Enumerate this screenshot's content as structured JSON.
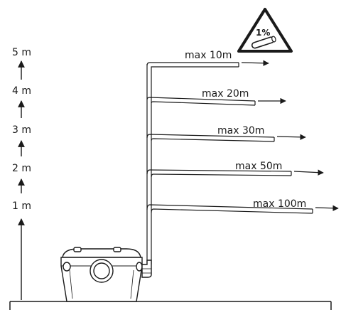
{
  "height_scale": {
    "unit": "m",
    "levels": [
      {
        "label": "1 m"
      },
      {
        "label": "2 m"
      },
      {
        "label": "3 m"
      },
      {
        "label": "4 m"
      },
      {
        "label": "5 m"
      }
    ]
  },
  "pipe_runs": [
    {
      "label": "max 10m"
    },
    {
      "label": "max 20m"
    },
    {
      "label": "max 30m"
    },
    {
      "label": "max 50m"
    },
    {
      "label": "max 100m"
    }
  ],
  "slope_warning": {
    "label": "1%",
    "icon": "slope-warning-triangle-icon"
  },
  "device": {
    "icon": "pump-unit-icon"
  },
  "colors": {
    "stroke": "#1a1a1a",
    "background": "#ffffff"
  }
}
